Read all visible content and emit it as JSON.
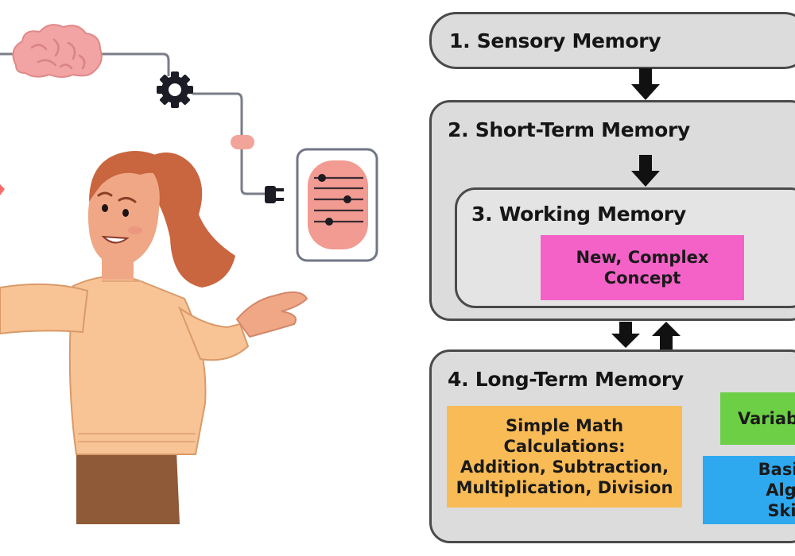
{
  "stages": {
    "sensory": {
      "title": "1. Sensory Memory"
    },
    "short_term": {
      "title": "2. Short-Term Memory"
    },
    "working": {
      "title": "3. Working Memory",
      "concept": "New, Complex\nConcept"
    },
    "long_term": {
      "title": "4. Long-Term Memory",
      "math": "Simple Math Calculations:\nAddition, Subtraction,\nMultiplication, Division",
      "variables": "Variab",
      "algebra": "Basic Alge\nSkill"
    }
  },
  "colors": {
    "box_fill": "#dcdcdc",
    "box_border": "#4a4a4a",
    "concept_chip": "#f462c8",
    "math_chip": "#f9bb55",
    "variables_chip": "#6ccf45",
    "algebra_chip": "#2ea9f0"
  }
}
